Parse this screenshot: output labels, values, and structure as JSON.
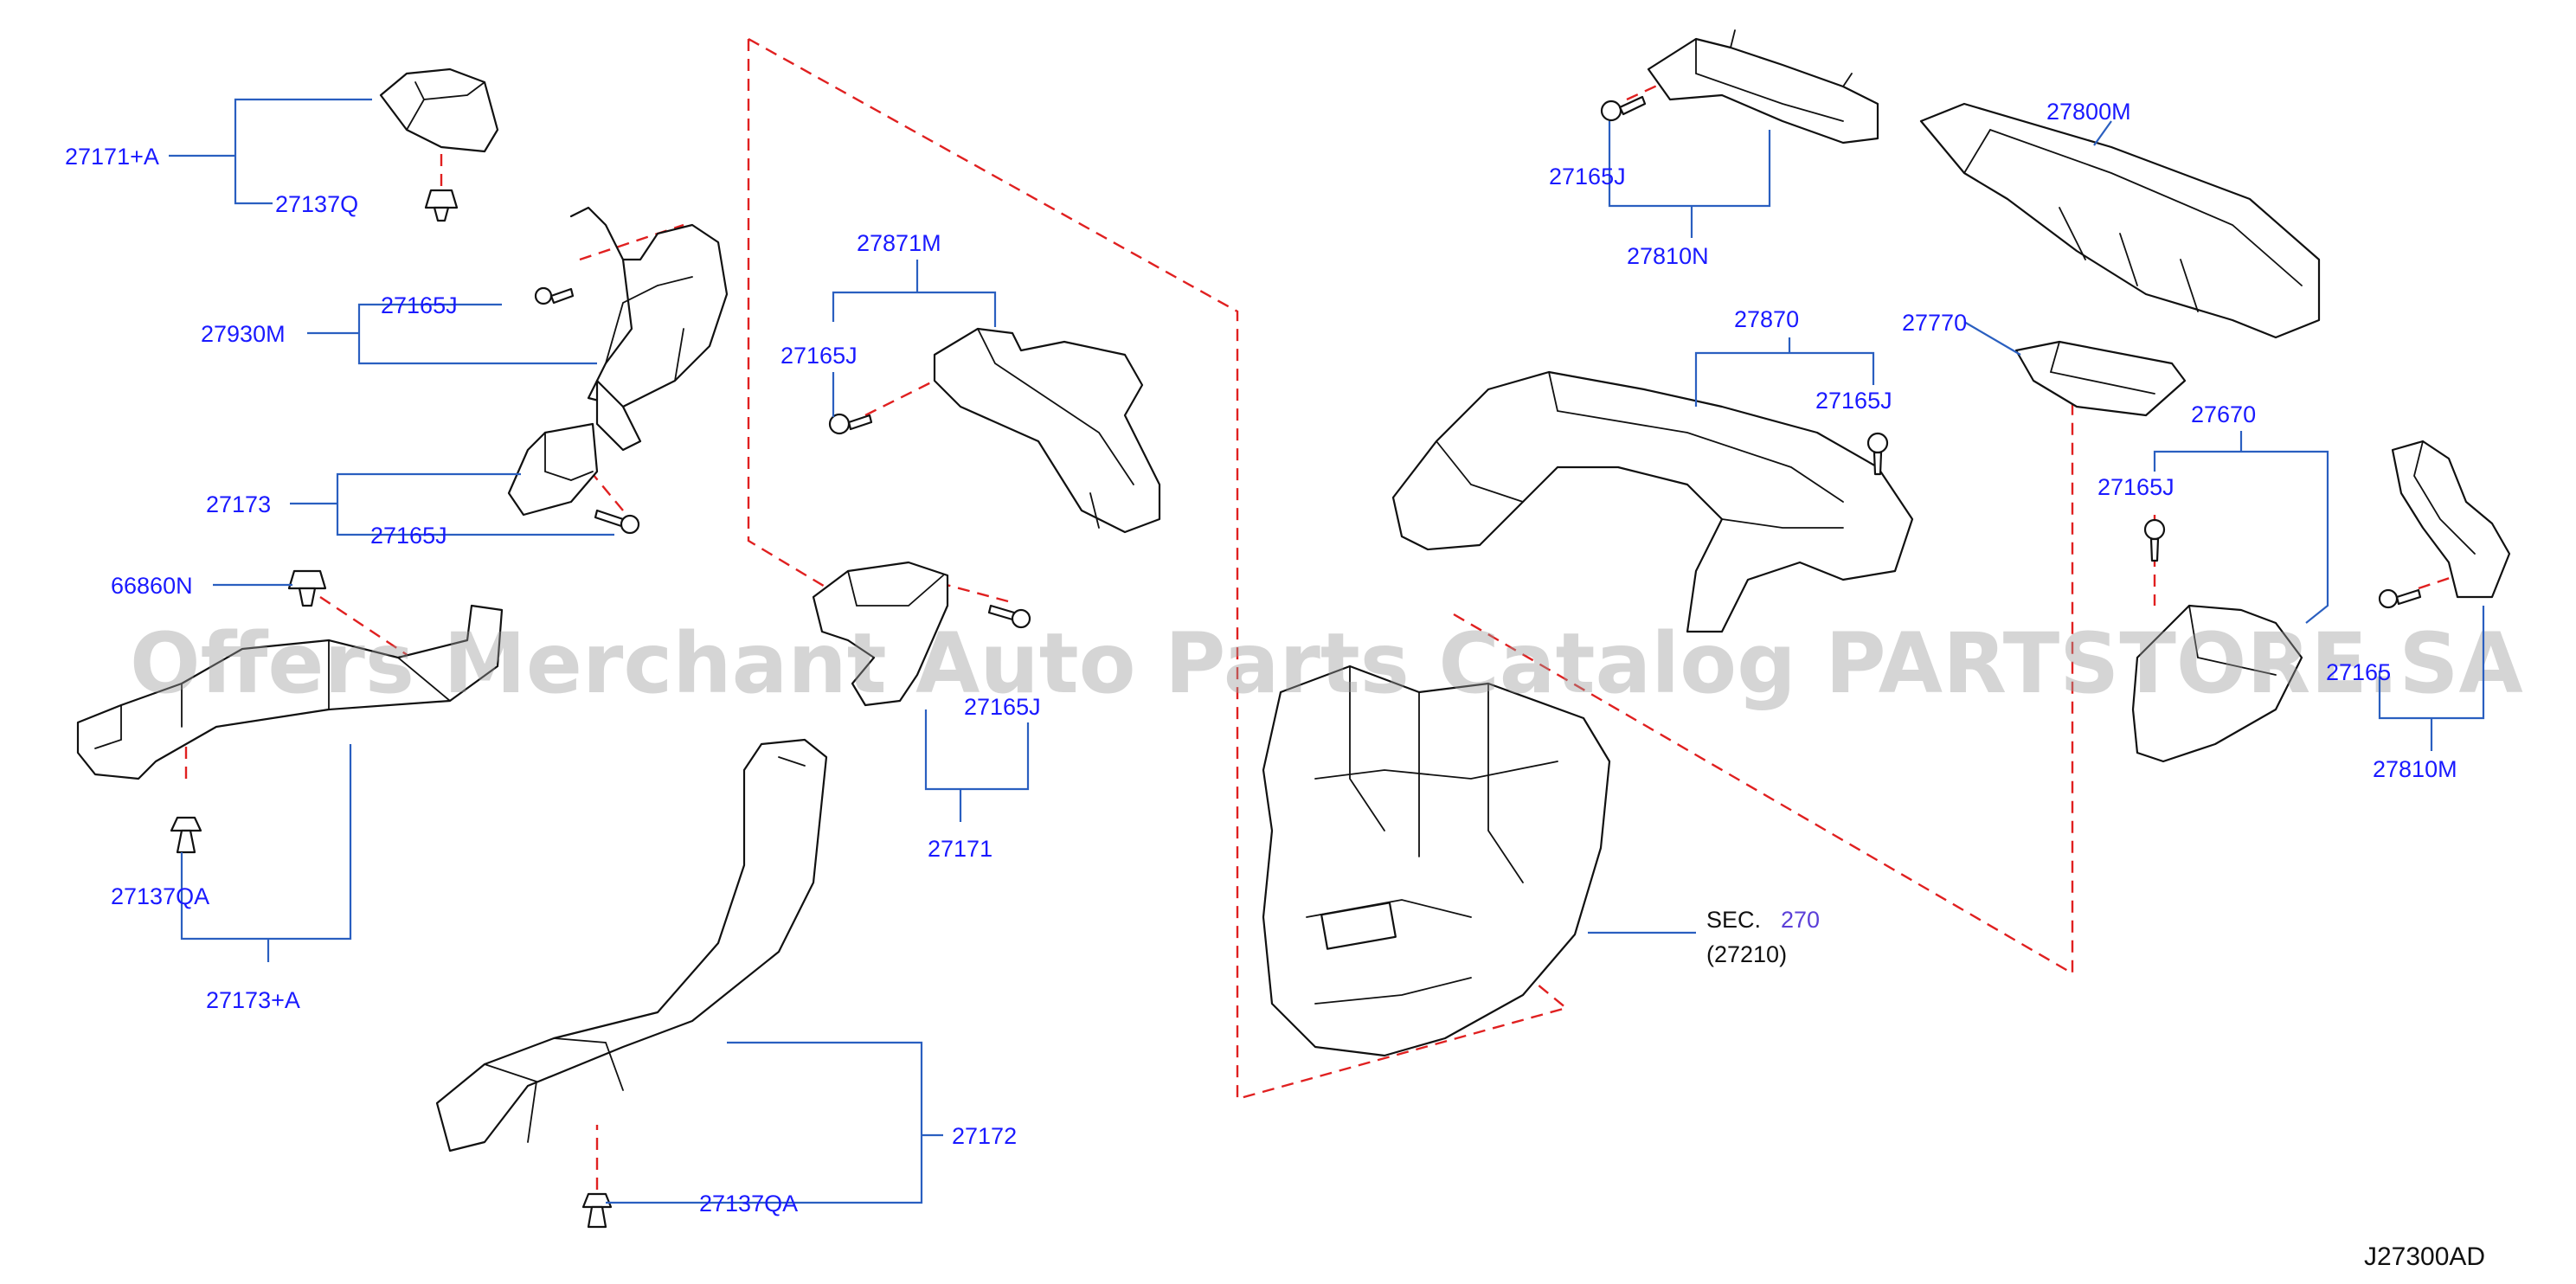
{
  "watermark": "Offers Merchant Auto Parts Catalog PARTSTORE.SA",
  "drawing_code": "J27300AD",
  "sec_ref": {
    "prefix": "SEC.",
    "number": "270",
    "sub": "(27210)"
  },
  "labels": {
    "p27171A": "27171+A",
    "p27137Q": "27137Q",
    "p27930M": "27930M",
    "p27165J_a": "27165J",
    "p27173": "27173",
    "p27165J_b": "27165J",
    "p66860N": "66860N",
    "p27137QA_a": "27137QA",
    "p27173A": "27173+A",
    "p27871M": "27871M",
    "p27165J_c": "27165J",
    "p27165J_d": "27165J",
    "p27171": "27171",
    "p27172": "27172",
    "p27137QA_b": "27137QA",
    "p27165J_e": "27165J",
    "p27810N": "27810N",
    "p27800M": "27800M",
    "p27770": "27770",
    "p27870": "27870",
    "p27165J_f": "27165J",
    "p27670": "27670",
    "p27165J_g": "27165J",
    "p27165_partial": "27165",
    "p27810M": "27810M"
  },
  "colors": {
    "label": "#1a1aff",
    "leader": "#2a5fc0",
    "dashed": "#e02020",
    "outline": "#111111"
  }
}
